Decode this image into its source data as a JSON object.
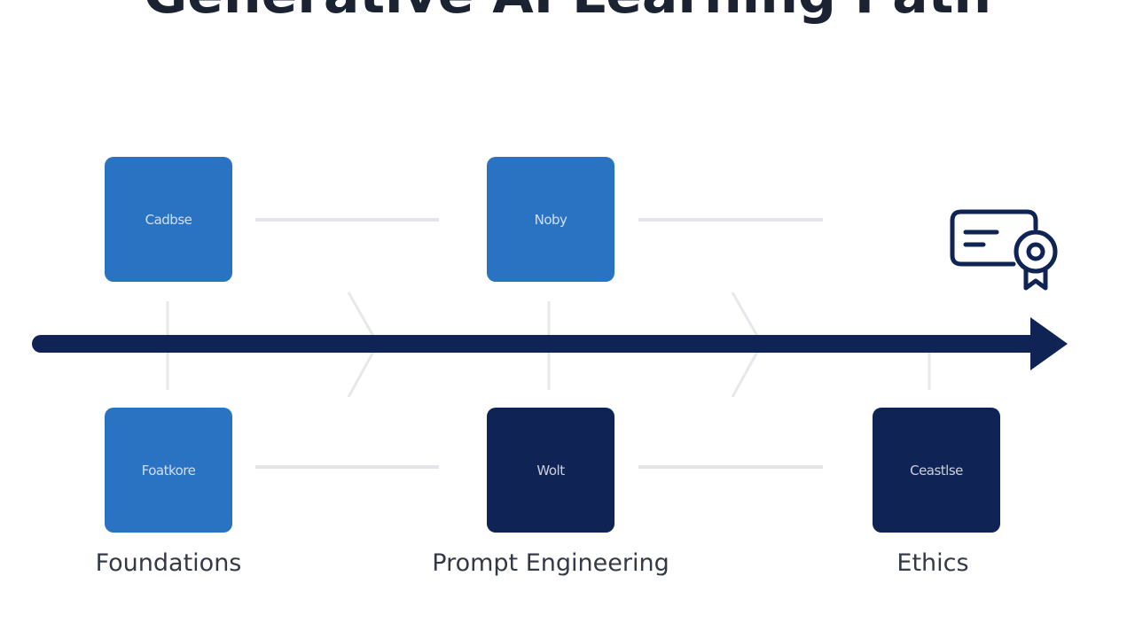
{
  "title": "Generative AI Learning Path",
  "colors": {
    "light_box": "#2a72c2",
    "dark_box": "#0f2454",
    "arrow": "#0f2454",
    "connector": "#e3e5ea"
  },
  "top_row": [
    {
      "text": "Cadbse",
      "style": "light"
    },
    {
      "text": "Noby",
      "style": "light"
    }
  ],
  "bottom_row": [
    {
      "text": "Foatkore",
      "style": "light"
    },
    {
      "text": "Wolt",
      "style": "dark"
    },
    {
      "text": "Ceastlse",
      "style": "dark"
    }
  ],
  "captions": [
    "Foundations",
    "Prompt Engineering",
    "Ethics"
  ],
  "end_icon": "certificate-icon"
}
